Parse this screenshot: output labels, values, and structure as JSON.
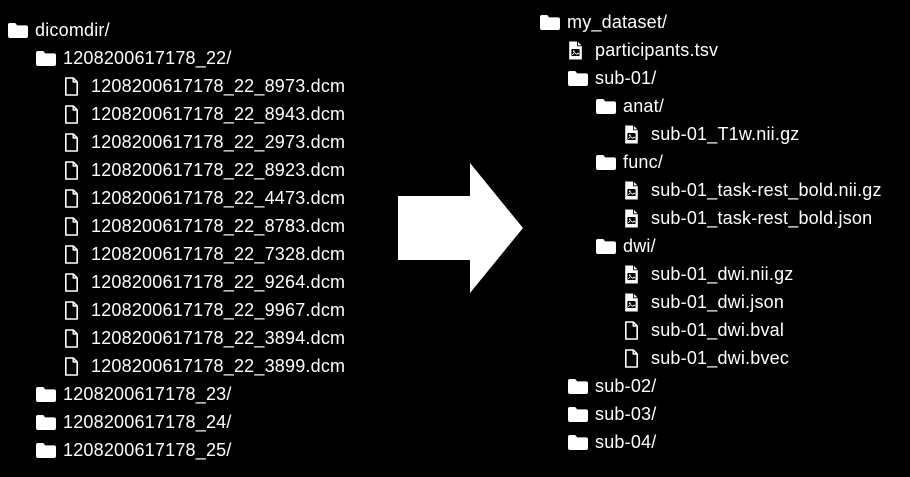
{
  "colors": {
    "background": "#000000",
    "foreground": "#ffffff"
  },
  "left_tree": {
    "name": "dicom-source-tree",
    "items": [
      {
        "label": "dicomdir/",
        "depth": 0,
        "icon": "folder"
      },
      {
        "label": "1208200617178_22/",
        "depth": 1,
        "icon": "folder"
      },
      {
        "label": "1208200617178_22_8973.dcm",
        "depth": 2,
        "icon": "file"
      },
      {
        "label": "1208200617178_22_8943.dcm",
        "depth": 2,
        "icon": "file"
      },
      {
        "label": "1208200617178_22_2973.dcm",
        "depth": 2,
        "icon": "file"
      },
      {
        "label": "1208200617178_22_8923.dcm",
        "depth": 2,
        "icon": "file"
      },
      {
        "label": "1208200617178_22_4473.dcm",
        "depth": 2,
        "icon": "file"
      },
      {
        "label": "1208200617178_22_8783.dcm",
        "depth": 2,
        "icon": "file"
      },
      {
        "label": "1208200617178_22_7328.dcm",
        "depth": 2,
        "icon": "file"
      },
      {
        "label": "1208200617178_22_9264.dcm",
        "depth": 2,
        "icon": "file"
      },
      {
        "label": "1208200617178_22_9967.dcm",
        "depth": 2,
        "icon": "file"
      },
      {
        "label": "1208200617178_22_3894.dcm",
        "depth": 2,
        "icon": "file"
      },
      {
        "label": "1208200617178_22_3899.dcm",
        "depth": 2,
        "icon": "file"
      },
      {
        "label": "1208200617178_23/",
        "depth": 1,
        "icon": "folder"
      },
      {
        "label": "1208200617178_24/",
        "depth": 1,
        "icon": "folder"
      },
      {
        "label": "1208200617178_25/",
        "depth": 1,
        "icon": "folder"
      }
    ]
  },
  "arrow": {
    "name": "transform-arrow",
    "direction": "right"
  },
  "right_tree": {
    "name": "bids-output-tree",
    "items": [
      {
        "label": "my_dataset/",
        "depth": 0,
        "icon": "folder"
      },
      {
        "label": "participants.tsv",
        "depth": 1,
        "icon": "file-filled"
      },
      {
        "label": "sub-01/",
        "depth": 1,
        "icon": "folder"
      },
      {
        "label": "anat/",
        "depth": 2,
        "icon": "folder"
      },
      {
        "label": "sub-01_T1w.nii.gz",
        "depth": 3,
        "icon": "file-filled"
      },
      {
        "label": "func/",
        "depth": 2,
        "icon": "folder"
      },
      {
        "label": "sub-01_task-rest_bold.nii.gz",
        "depth": 3,
        "icon": "file-filled"
      },
      {
        "label": "sub-01_task-rest_bold.json",
        "depth": 3,
        "icon": "file-filled"
      },
      {
        "label": "dwi/",
        "depth": 2,
        "icon": "folder"
      },
      {
        "label": "sub-01_dwi.nii.gz",
        "depth": 3,
        "icon": "file-filled"
      },
      {
        "label": "sub-01_dwi.json",
        "depth": 3,
        "icon": "file-filled"
      },
      {
        "label": "sub-01_dwi.bval",
        "depth": 3,
        "icon": "file"
      },
      {
        "label": "sub-01_dwi.bvec",
        "depth": 3,
        "icon": "file"
      },
      {
        "label": "sub-02/",
        "depth": 1,
        "icon": "folder"
      },
      {
        "label": "sub-03/",
        "depth": 1,
        "icon": "folder"
      },
      {
        "label": "sub-04/",
        "depth": 1,
        "icon": "folder"
      }
    ]
  }
}
